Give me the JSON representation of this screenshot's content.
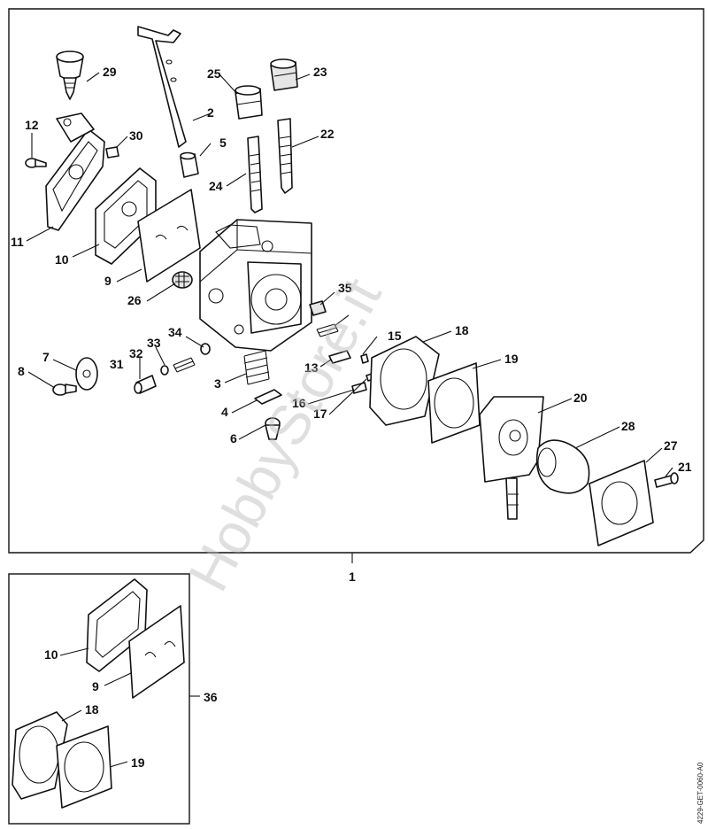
{
  "labels": {
    "p1": "1",
    "p2": "2",
    "p3": "3",
    "p4": "4",
    "p5": "5",
    "p6": "6",
    "p7": "7",
    "p8": "8",
    "p9": "9",
    "p10": "10",
    "p11": "11",
    "p12": "12",
    "p13": "13",
    "p15": "15",
    "p16": "16",
    "p17": "17",
    "p18": "18",
    "p19": "19",
    "p20": "20",
    "p21": "21",
    "p22": "22",
    "p23": "23",
    "p24": "24",
    "p25": "25",
    "p26": "26",
    "p27": "27",
    "p28": "28",
    "p29": "29",
    "p30": "30",
    "p31": "31",
    "p32": "32",
    "p33": "33",
    "p34": "34",
    "p35": "35",
    "p36": "36",
    "kit_p9": "9",
    "kit_p10": "10",
    "kit_p18": "18",
    "kit_p19": "19"
  },
  "watermark": "HobbyStore.it",
  "drawing_code": "4229-GET-0060-A0"
}
